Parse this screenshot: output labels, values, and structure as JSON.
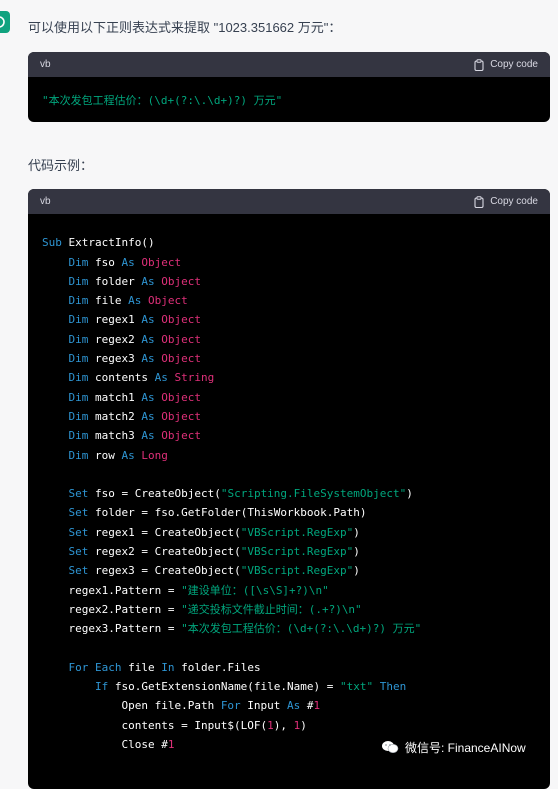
{
  "message": {
    "intro_text": "可以使用以下正则表达式来提取 \"1023.351662 万元\"：",
    "example_label": "代码示例："
  },
  "code_block_1": {
    "language": "vb",
    "copy_label": "Copy code",
    "lines": [
      [
        [
          "st",
          "\"本次发包工程估价：(\\d+(?:\\.\\d+)?) 万元\""
        ]
      ]
    ]
  },
  "code_block_2": {
    "language": "vb",
    "copy_label": "Copy code",
    "lines": [
      [],
      [
        [
          "kw",
          "Sub"
        ],
        [
          "plain",
          " ExtractInfo()"
        ]
      ],
      [
        [
          "plain",
          "    "
        ],
        [
          "kw",
          "Dim"
        ],
        [
          "plain",
          " fso "
        ],
        [
          "kw",
          "As"
        ],
        [
          "plain",
          " "
        ],
        [
          "ty",
          "Object"
        ]
      ],
      [
        [
          "plain",
          "    "
        ],
        [
          "kw",
          "Dim"
        ],
        [
          "plain",
          " folder "
        ],
        [
          "kw",
          "As"
        ],
        [
          "plain",
          " "
        ],
        [
          "ty",
          "Object"
        ]
      ],
      [
        [
          "plain",
          "    "
        ],
        [
          "kw",
          "Dim"
        ],
        [
          "plain",
          " file "
        ],
        [
          "kw",
          "As"
        ],
        [
          "plain",
          " "
        ],
        [
          "ty",
          "Object"
        ]
      ],
      [
        [
          "plain",
          "    "
        ],
        [
          "kw",
          "Dim"
        ],
        [
          "plain",
          " regex1 "
        ],
        [
          "kw",
          "As"
        ],
        [
          "plain",
          " "
        ],
        [
          "ty",
          "Object"
        ]
      ],
      [
        [
          "plain",
          "    "
        ],
        [
          "kw",
          "Dim"
        ],
        [
          "plain",
          " regex2 "
        ],
        [
          "kw",
          "As"
        ],
        [
          "plain",
          " "
        ],
        [
          "ty",
          "Object"
        ]
      ],
      [
        [
          "plain",
          "    "
        ],
        [
          "kw",
          "Dim"
        ],
        [
          "plain",
          " regex3 "
        ],
        [
          "kw",
          "As"
        ],
        [
          "plain",
          " "
        ],
        [
          "ty",
          "Object"
        ]
      ],
      [
        [
          "plain",
          "    "
        ],
        [
          "kw",
          "Dim"
        ],
        [
          "plain",
          " contents "
        ],
        [
          "kw",
          "As"
        ],
        [
          "plain",
          " "
        ],
        [
          "ty",
          "String"
        ]
      ],
      [
        [
          "plain",
          "    "
        ],
        [
          "kw",
          "Dim"
        ],
        [
          "plain",
          " match1 "
        ],
        [
          "kw",
          "As"
        ],
        [
          "plain",
          " "
        ],
        [
          "ty",
          "Object"
        ]
      ],
      [
        [
          "plain",
          "    "
        ],
        [
          "kw",
          "Dim"
        ],
        [
          "plain",
          " match2 "
        ],
        [
          "kw",
          "As"
        ],
        [
          "plain",
          " "
        ],
        [
          "ty",
          "Object"
        ]
      ],
      [
        [
          "plain",
          "    "
        ],
        [
          "kw",
          "Dim"
        ],
        [
          "plain",
          " match3 "
        ],
        [
          "kw",
          "As"
        ],
        [
          "plain",
          " "
        ],
        [
          "ty",
          "Object"
        ]
      ],
      [
        [
          "plain",
          "    "
        ],
        [
          "kw",
          "Dim"
        ],
        [
          "plain",
          " row "
        ],
        [
          "kw",
          "As"
        ],
        [
          "plain",
          " "
        ],
        [
          "ty",
          "Long"
        ]
      ],
      [],
      [
        [
          "plain",
          "    "
        ],
        [
          "kw",
          "Set"
        ],
        [
          "plain",
          " fso = CreateObject("
        ],
        [
          "st",
          "\"Scripting.FileSystemObject\""
        ],
        [
          "plain",
          ")"
        ]
      ],
      [
        [
          "plain",
          "    "
        ],
        [
          "kw",
          "Set"
        ],
        [
          "plain",
          " folder = fso.GetFolder(ThisWorkbook.Path)"
        ]
      ],
      [
        [
          "plain",
          "    "
        ],
        [
          "kw",
          "Set"
        ],
        [
          "plain",
          " regex1 = CreateObject("
        ],
        [
          "st",
          "\"VBScript.RegExp\""
        ],
        [
          "plain",
          ")"
        ]
      ],
      [
        [
          "plain",
          "    "
        ],
        [
          "kw",
          "Set"
        ],
        [
          "plain",
          " regex2 = CreateObject("
        ],
        [
          "st",
          "\"VBScript.RegExp\""
        ],
        [
          "plain",
          ")"
        ]
      ],
      [
        [
          "plain",
          "    "
        ],
        [
          "kw",
          "Set"
        ],
        [
          "plain",
          " regex3 = CreateObject("
        ],
        [
          "st",
          "\"VBScript.RegExp\""
        ],
        [
          "plain",
          ")"
        ]
      ],
      [
        [
          "plain",
          "    regex1.Pattern = "
        ],
        [
          "st",
          "\"建设单位：([\\s\\S]+?)\\n\""
        ]
      ],
      [
        [
          "plain",
          "    regex2.Pattern = "
        ],
        [
          "st",
          "\"递交投标文件截止时间：(.+?)\\n\""
        ]
      ],
      [
        [
          "plain",
          "    regex3.Pattern = "
        ],
        [
          "st",
          "\"本次发包工程估价：(\\d+(?:\\.\\d+)?) 万元\""
        ]
      ],
      [],
      [
        [
          "plain",
          "    "
        ],
        [
          "kw",
          "For"
        ],
        [
          "plain",
          " "
        ],
        [
          "kw",
          "Each"
        ],
        [
          "plain",
          " file "
        ],
        [
          "kw",
          "In"
        ],
        [
          "plain",
          " folder.Files"
        ]
      ],
      [
        [
          "plain",
          "        "
        ],
        [
          "kw",
          "If"
        ],
        [
          "plain",
          " fso.GetExtensionName(file.Name) = "
        ],
        [
          "st",
          "\"txt\""
        ],
        [
          "plain",
          " "
        ],
        [
          "kw",
          "Then"
        ]
      ],
      [
        [
          "plain",
          "            Open file.Path "
        ],
        [
          "kw",
          "For"
        ],
        [
          "plain",
          " Input "
        ],
        [
          "kw",
          "As"
        ],
        [
          "plain",
          " #"
        ],
        [
          "nu",
          "1"
        ]
      ],
      [
        [
          "plain",
          "            contents = Input$(LOF("
        ],
        [
          "nu",
          "1"
        ],
        [
          "plain",
          "), "
        ],
        [
          "nu",
          "1"
        ],
        [
          "plain",
          ")"
        ]
      ],
      [
        [
          "plain",
          "            Close #"
        ],
        [
          "nu",
          "1"
        ]
      ]
    ]
  },
  "watermark": {
    "text": "微信号: FinanceAINow",
    "icon": "wechat-icon"
  }
}
